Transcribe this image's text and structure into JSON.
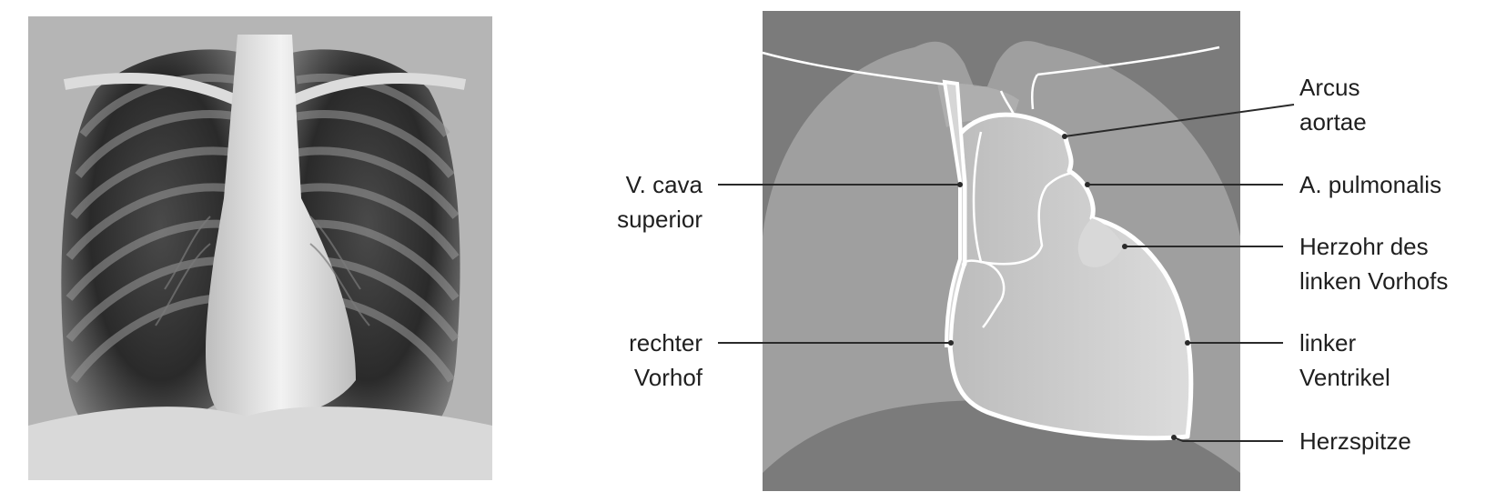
{
  "labels": {
    "vena_cava": [
      "V. cava",
      "superior"
    ],
    "right_atrium": [
      "rechter",
      "Vorhof"
    ],
    "aortic_arch": [
      "Arcus",
      "aortae"
    ],
    "pulmonary_artery": [
      "A. pulmonalis"
    ],
    "left_auricle": [
      "Herzohr des",
      "linken Vorhofs"
    ],
    "left_ventricle": [
      "linker",
      "Ventrikel"
    ],
    "apex": [
      "Herzspitze"
    ]
  },
  "colors": {
    "frame_dark": "#7b7b7b",
    "lung_field": "#9e9e9e",
    "heart_fill": "#c9c9c9",
    "outline": "#ffffff",
    "leader": "#2a2a2a",
    "xray_body": "#e8e8e8",
    "xray_lung": "#262626"
  }
}
